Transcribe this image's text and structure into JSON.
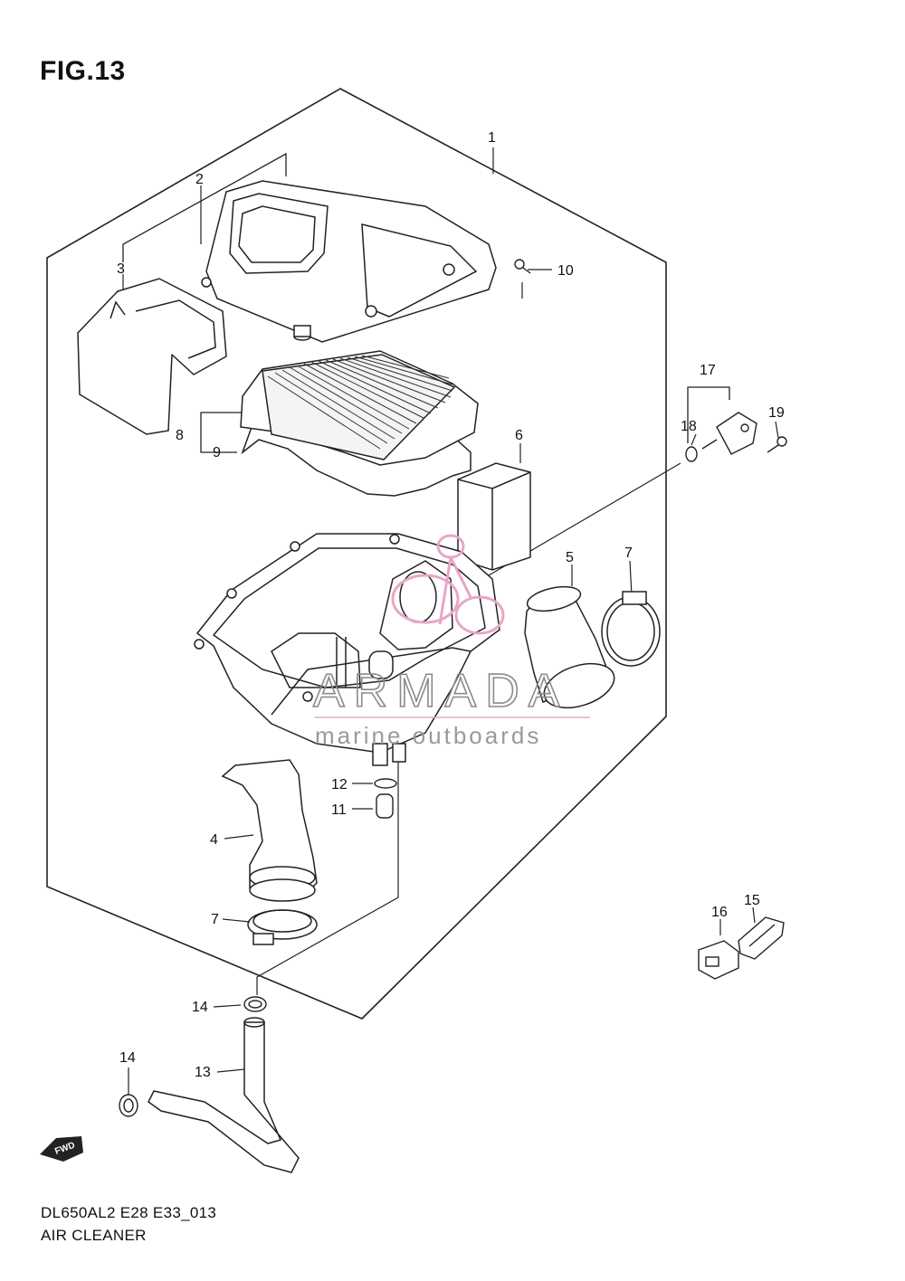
{
  "figure": {
    "title": "FIG.13",
    "code": "DL650AL2 E28 E33_013",
    "name": "AIR CLEANER"
  },
  "callouts": [
    {
      "id": "1",
      "label": "1"
    },
    {
      "id": "2",
      "label": "2"
    },
    {
      "id": "3",
      "label": "3"
    },
    {
      "id": "4",
      "label": "4"
    },
    {
      "id": "5",
      "label": "5"
    },
    {
      "id": "6",
      "label": "6"
    },
    {
      "id": "7a",
      "label": "7"
    },
    {
      "id": "7b",
      "label": "7"
    },
    {
      "id": "8",
      "label": "8"
    },
    {
      "id": "9",
      "label": "9"
    },
    {
      "id": "10",
      "label": "10"
    },
    {
      "id": "11",
      "label": "11"
    },
    {
      "id": "12",
      "label": "12"
    },
    {
      "id": "13",
      "label": "13"
    },
    {
      "id": "14a",
      "label": "14"
    },
    {
      "id": "14b",
      "label": "14"
    },
    {
      "id": "15",
      "label": "15"
    },
    {
      "id": "16",
      "label": "16"
    },
    {
      "id": "17",
      "label": "17"
    },
    {
      "id": "18",
      "label": "18"
    },
    {
      "id": "19",
      "label": "19"
    }
  ],
  "watermark": {
    "brand": "ARMADA",
    "tagline": "marine outboards",
    "logo_color": "#e8a6c8"
  },
  "direction_badge": {
    "label": "FWD",
    "icon": "forward-arrow-icon"
  }
}
